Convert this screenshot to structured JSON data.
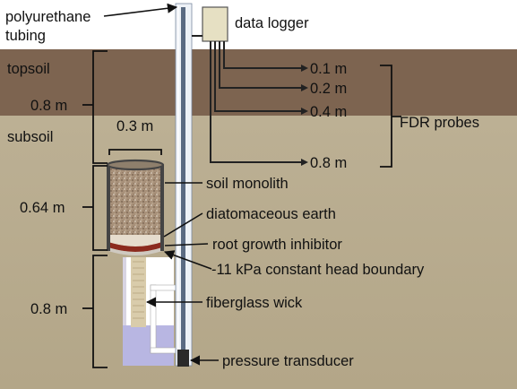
{
  "layers": {
    "topsoil": "topsoil",
    "subsoil": "subsoil"
  },
  "labels": {
    "tubing_line1": "polyurethane",
    "tubing_line2": "tubing",
    "data_logger": "data logger",
    "fdr_probes": "FDR probes",
    "soil_monolith": "soil monolith",
    "diatomaceous_earth": "diatomaceous earth",
    "root_growth_inhibitor": "root growth inhibitor",
    "constant_head_boundary": "-11 kPa constant head boundary",
    "fiberglass_wick": "fiberglass wick",
    "pressure_transducer": "pressure transducer"
  },
  "dimensions": {
    "topsoil_depth": "0.8 m",
    "monolith_width": "0.3 m",
    "monolith_height": "0.64 m",
    "lower_section_depth": "0.8 m"
  },
  "probe_depths": [
    "0.1 m",
    "0.2 m",
    "0.4 m",
    "0.8 m"
  ],
  "colors": {
    "sky": "#ffffff",
    "topsoil": "#7d6450",
    "subsoil": "#b9ad90",
    "monolith_soil": "#a8917a",
    "diatomaceous_earth": "#e6dccd",
    "root_inhibitor": "#8c2a1e",
    "water": "#b8b6e2",
    "tubing": "#eef2f7",
    "logger": "#e6e0c3"
  }
}
